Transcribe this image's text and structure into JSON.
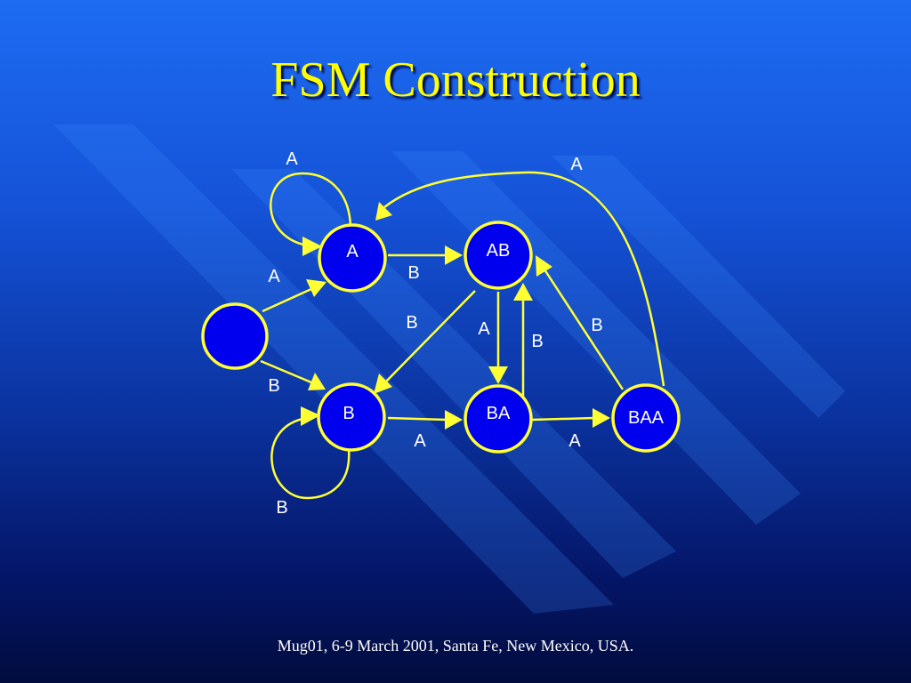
{
  "slide": {
    "title": "FSM Construction",
    "footer": "Mug01, 6-9 March 2001, Santa Fe, New Mexico, USA."
  },
  "colors": {
    "background_top": "#1d6cf2",
    "background_bottom": "#020c3e",
    "title": "#ffff00",
    "node_fill": "#0000ee",
    "node_stroke": "#ffff33",
    "edge": "#ffff33",
    "label": "#ffffff"
  },
  "diagram": {
    "states": {
      "start": "",
      "a": "A",
      "ab": "AB",
      "b": "B",
      "ba": "BA",
      "baa": "BAA"
    },
    "edge_labels": {
      "a_self_loop": "A",
      "baa_to_a": "A",
      "start_to_a": "A",
      "a_to_ab": "B",
      "ab_to_b": "B",
      "ab_to_ba": "A",
      "ba_to_ab": "B",
      "baa_to_ab": "B",
      "start_to_b": "B",
      "b_to_ba": "A",
      "ba_to_baa": "A",
      "b_self_loop": "B"
    }
  }
}
